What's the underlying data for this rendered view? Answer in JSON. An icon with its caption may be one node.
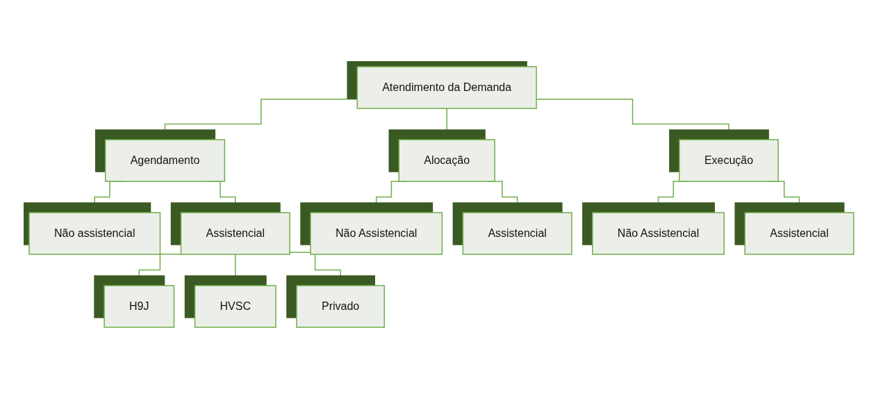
{
  "diagram": {
    "nodes": [
      {
        "text": [
          "Atendimento da Demanda"
        ]
      },
      {
        "text": [
          "Agendamento"
        ]
      },
      {
        "text": [
          "Alocação"
        ]
      },
      {
        "text": [
          "Execução"
        ]
      },
      {
        "text": [
          "Não assistencial"
        ]
      },
      {
        "text": [
          "Assistencial"
        ]
      },
      {
        "text": [
          "Não Assistencial"
        ]
      },
      {
        "text": [
          "Assistencial"
        ]
      },
      {
        "text": [
          "Não Assistencial"
        ]
      },
      {
        "text": [
          "Assistencial"
        ]
      },
      {
        "text": [
          "H9J"
        ]
      },
      {
        "text": [
          "HVSC"
        ]
      },
      {
        "text": [
          "Privado"
        ]
      }
    ],
    "edges": [
      {
        "from": 0,
        "to": 1,
        "arrow": "none"
      },
      {
        "from": 0,
        "to": 2,
        "arrow": "none"
      },
      {
        "from": 0,
        "to": 3,
        "arrow": "none"
      },
      {
        "from": 1,
        "to": 4,
        "arrow": "none"
      },
      {
        "from": 1,
        "to": 5,
        "arrow": "none"
      },
      {
        "from": 2,
        "to": 6,
        "arrow": "none"
      },
      {
        "from": 2,
        "to": 7,
        "arrow": "none"
      },
      {
        "from": 3,
        "to": 8,
        "arrow": "none"
      },
      {
        "from": 3,
        "to": 9,
        "arrow": "none"
      },
      {
        "from": 5,
        "to": 10,
        "arrow": "none"
      },
      {
        "from": 5,
        "to": 11,
        "arrow": "none"
      },
      {
        "from": 5,
        "to": 12,
        "arrow": "none"
      }
    ]
  }
}
